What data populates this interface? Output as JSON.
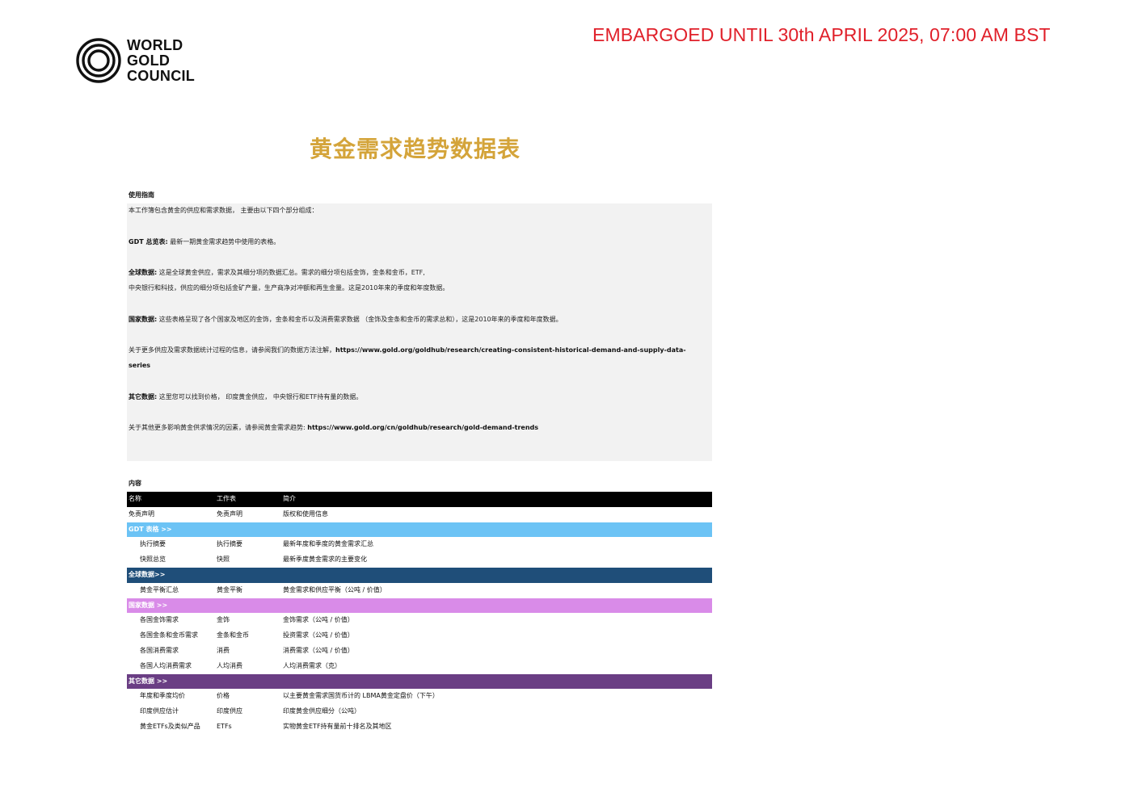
{
  "embargo": "EMBARGOED UNTIL 30th APRIL 2025, 07:00 AM BST",
  "logo": {
    "icon": "concentric-circles-logo-icon",
    "line1": "WORLD",
    "line2": "GOLD",
    "line3": "COUNCIL"
  },
  "title": "黄金需求趋势数据表",
  "guide": {
    "heading": "使用指南",
    "intro": "本工作簿包含黄金的供应和需求数据， 主要由以下四个部分组成：",
    "gdt_label": "GDT 总览表:",
    "gdt_text": " 最新一期黄金需求趋势中使用的表格。",
    "global_label": "全球数据:",
    "global_text1": " 这是全球黄金供应，需求及其细分项的数据汇总。需求的细分项包括金饰，金条和金币，ETF,",
    "global_text2": "中央银行和科技，供应的细分项包括金矿产量，生产商净对冲额和再生金量。这是2010年来的季度和年度数据。",
    "country_label": "国家数据:",
    "country_text": " 这些表格呈现了各个国家及地区的金饰，金条和金币以及消费需求数据 （金饰及金条和金币的需求总和），这是2010年来的季度和年度数据。",
    "method_text": "关于更多供应及需求数据统计过程的信息，请参阅我们的数据方法注解，",
    "method_link": "https://www.gold.org/goldhub/research/creating-consistent-historical-demand-and-supply-data-",
    "method_link2": "series",
    "other_label": "其它数据:",
    "other_text": " 这里您可以找到价格， 印度黄金供应， 中央银行和ETF持有量的数据。",
    "more_text": "关于其他更多影响黄金供求情况的因素，请参阅黄金需求趋势: ",
    "more_link": "https://www.gold.org/cn/goldhub/research/gold-demand-trends"
  },
  "contents": {
    "heading": "内容",
    "columns": [
      "名称",
      "工作表",
      "简介"
    ],
    "disclaimer": [
      "免责声明",
      "免责声明",
      "版权和使用信息"
    ],
    "sec_gdt": "GDT 表格 >>",
    "gdt_rows": [
      [
        "执行摘要",
        "执行摘要",
        "最新年度和季度的黄金需求汇总"
      ],
      [
        "快照总览",
        "快照",
        "最新季度黄金需求的主要变化"
      ]
    ],
    "sec_global": "全球数据>>",
    "global_rows": [
      [
        "黄金平衡汇总",
        "黄金平衡",
        "黄金需求和供应平衡（公吨 / 价值）"
      ]
    ],
    "sec_country": "国家数据 >>",
    "country_rows": [
      [
        "各国金饰需求",
        "金饰",
        "金饰需求（公吨 / 价值）"
      ],
      [
        "各国金条和金币需求",
        "金条和金币",
        "投资需求（公吨 / 价值）"
      ],
      [
        "各国消费需求",
        "消费",
        "消费需求（公吨 / 价值）"
      ],
      [
        "各国人均消费需求",
        "人均消费",
        "人均消费需求（克）"
      ]
    ],
    "sec_other": "其它数据 >>",
    "other_rows": [
      [
        "年度和季度均价",
        "价格",
        "以主要黄金需求国货币计的 LBMA黄金定盘价（下午）"
      ],
      [
        "印度供应估计",
        "印度供应",
        "印度黄金供应细分（公吨）"
      ],
      [
        "黄金ETFs及类似产品",
        "ETFs",
        "实物黄金ETF持有量前十排名及其地区"
      ]
    ]
  }
}
